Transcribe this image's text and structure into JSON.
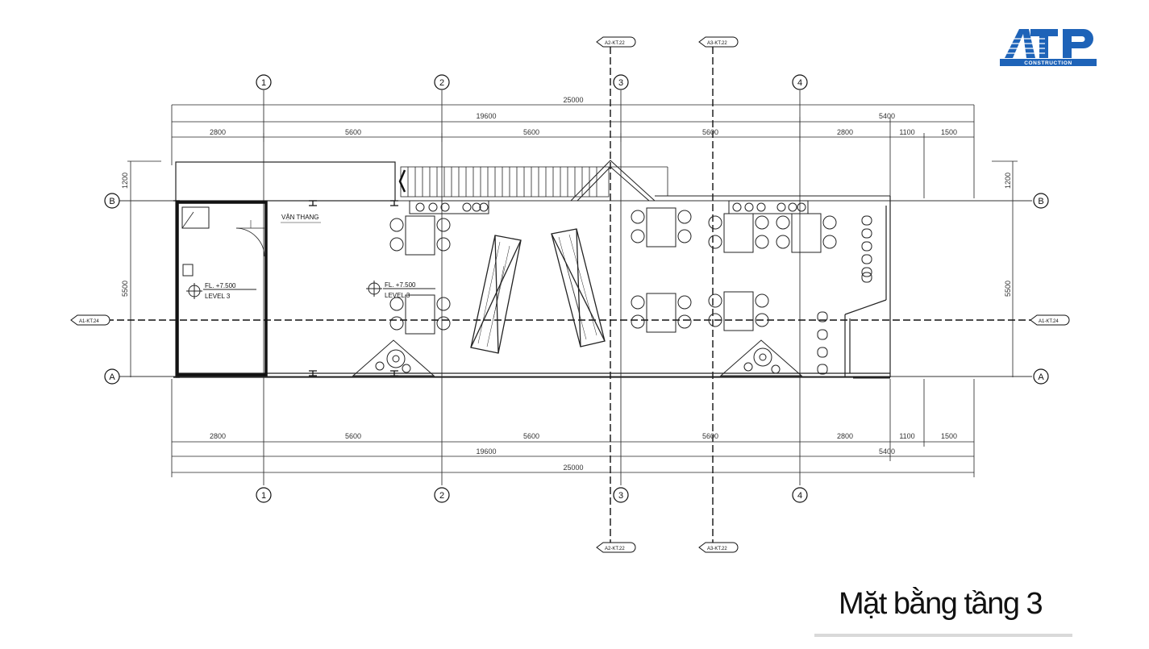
{
  "title": "Mặt bằng tầng 3",
  "logo": {
    "name": "ATP",
    "sub": "CONSTRUCTION",
    "color": "#1e63b8"
  },
  "grid": {
    "columns": [
      "1",
      "2",
      "3",
      "4"
    ],
    "rows": [
      "B",
      "A"
    ]
  },
  "dimensions": {
    "overall": "25000",
    "main": "19600",
    "right": "5400",
    "segments": [
      "2800",
      "5600",
      "5600",
      "5600",
      "2800",
      "1100",
      "1500"
    ],
    "vertical": [
      "1200",
      "5500"
    ]
  },
  "labels": {
    "elevator": "VẬN THANG",
    "level_left": {
      "fl": "FL. +7.500",
      "level": "LEVEL 3"
    },
    "level_center": {
      "fl": "FL. +7.500",
      "level": "LEVEL 3"
    }
  },
  "section_tags": {
    "a2": "A2-KT.22",
    "a3": "A3-KT.22",
    "a1": "A1-KT.24"
  }
}
